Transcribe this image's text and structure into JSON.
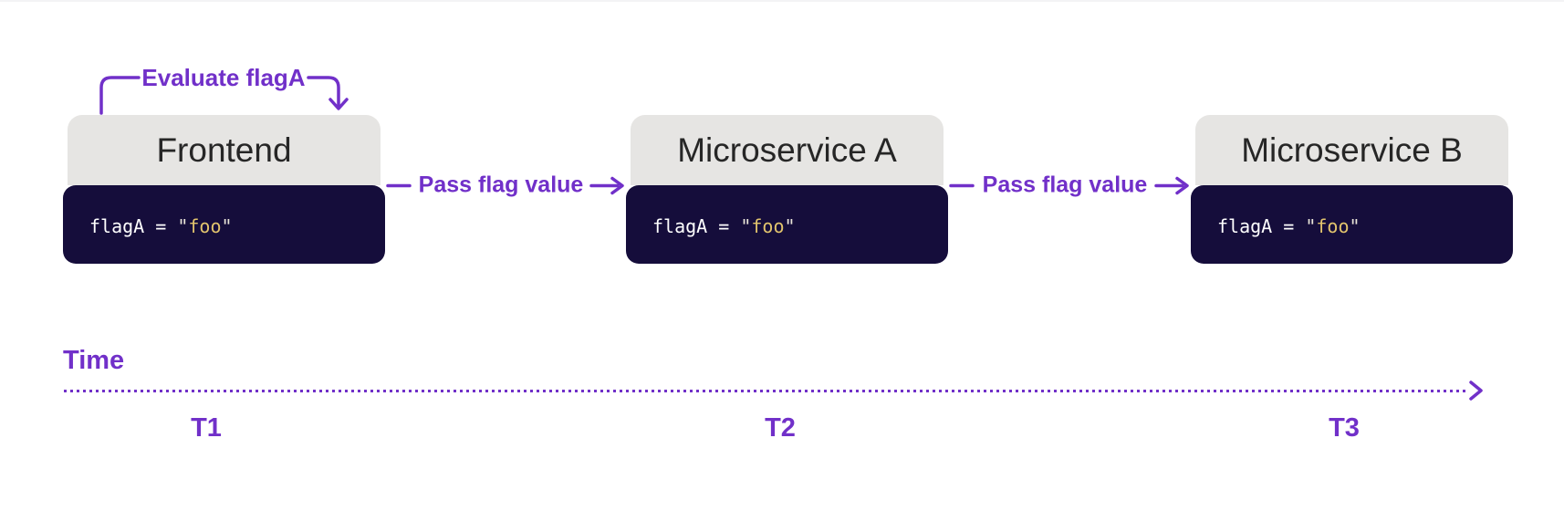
{
  "colors": {
    "purple": "#7130C9",
    "navy": "#150D3B",
    "header_gray": "#E6E5E3",
    "title_text": "#262626",
    "code_white": "#FFFFFF",
    "code_string": "#E2C46D",
    "code_quote": "#EAE5D9"
  },
  "annotation": {
    "label": "Evaluate flagA"
  },
  "services": [
    {
      "title": "Frontend",
      "code": {
        "prefix": "flagA = ",
        "quote": "\"",
        "value": "foo"
      }
    },
    {
      "title": "Microservice A",
      "code": {
        "prefix": "flagA = ",
        "quote": "\"",
        "value": "foo"
      }
    },
    {
      "title": "Microservice B",
      "code": {
        "prefix": "flagA = ",
        "quote": "\"",
        "value": "foo"
      }
    }
  ],
  "connectors": [
    {
      "label": "Pass flag value"
    },
    {
      "label": "Pass flag value"
    }
  ],
  "timeline": {
    "label": "Time",
    "ticks": [
      "T1",
      "T2",
      "T3"
    ]
  }
}
